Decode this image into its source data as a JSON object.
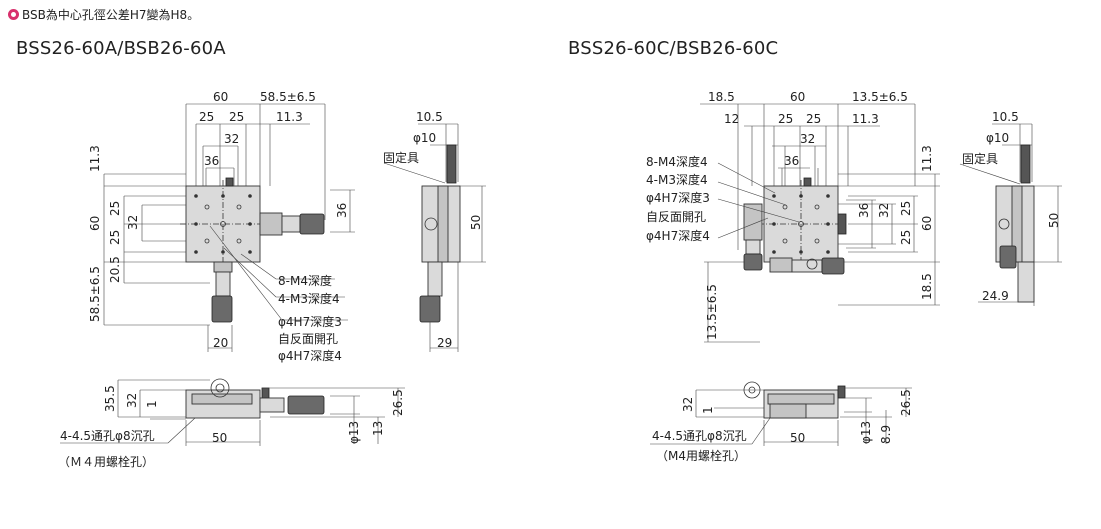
{
  "note": {
    "icon": "pin-icon",
    "text": "BSB為中心孔徑公差H7變為H8。"
  },
  "left": {
    "title": "BSS26-60A/BSB26-60A",
    "dims": {
      "top_60": "60",
      "top_585": "58.5±6.5",
      "top_25a": "25",
      "top_25b": "25",
      "top_113": "11.3",
      "top_32": "32",
      "top_36": "36",
      "l_113": "11.3",
      "l_60": "60",
      "l_25a": "25",
      "l_32": "32",
      "l_25b": "25",
      "l_205": "20.5",
      "l_585": "58.5±6.5",
      "r_36": "36",
      "b_20": "20"
    },
    "labels": {
      "m4": "8-M4深度",
      "m3": "4-M3深度4",
      "h7a": "φ4H7深度3",
      "rev": "自反面開孔",
      "h7b": "φ4H7深度4"
    },
    "side": {
      "d105": "10.5",
      "d10": "φ10",
      "fixer": "固定具",
      "d50": "50",
      "d29": "29"
    },
    "front": {
      "d355": "35.5",
      "d32": "32",
      "d1": "1",
      "d50": "50",
      "d13a": "φ13",
      "d13b": "13",
      "d265": "26.5",
      "note1": "4-4.5通孔φ8沉孔",
      "note2": "（Ｍ４用螺栓孔）"
    }
  },
  "right": {
    "title": "BSS26-60C/BSB26-60C",
    "dims": {
      "t_185": "18.5",
      "t_60": "60",
      "t_135": "13.5±6.5",
      "t_12": "12",
      "t_25a": "25",
      "t_25b": "25",
      "t_113": "11.3",
      "t_32": "32",
      "t_36": "36",
      "r_113": "11.3",
      "r_36": "36",
      "r_32": "32",
      "r_25a": "25",
      "r_60": "60",
      "r_25b": "25",
      "r_185": "18.5",
      "l_135": "13.5±6.5"
    },
    "labels": {
      "m4": "8-M4深度4",
      "m3": "4-M3深度4",
      "h7a": "φ4H7深度3",
      "rev": "自反面開孔",
      "h7b": "φ4H7深度4"
    },
    "side": {
      "d105": "10.5",
      "d10": "φ10",
      "fixer": "固定具",
      "d50": "50",
      "d249": "24.9"
    },
    "front": {
      "d32": "32",
      "d1": "1",
      "d50": "50",
      "d13": "φ13",
      "d89": "8.9",
      "d265": "26.5",
      "note1": "4-4.5通孔φ8沉孔",
      "note2": "（M4用螺栓孔）"
    }
  }
}
